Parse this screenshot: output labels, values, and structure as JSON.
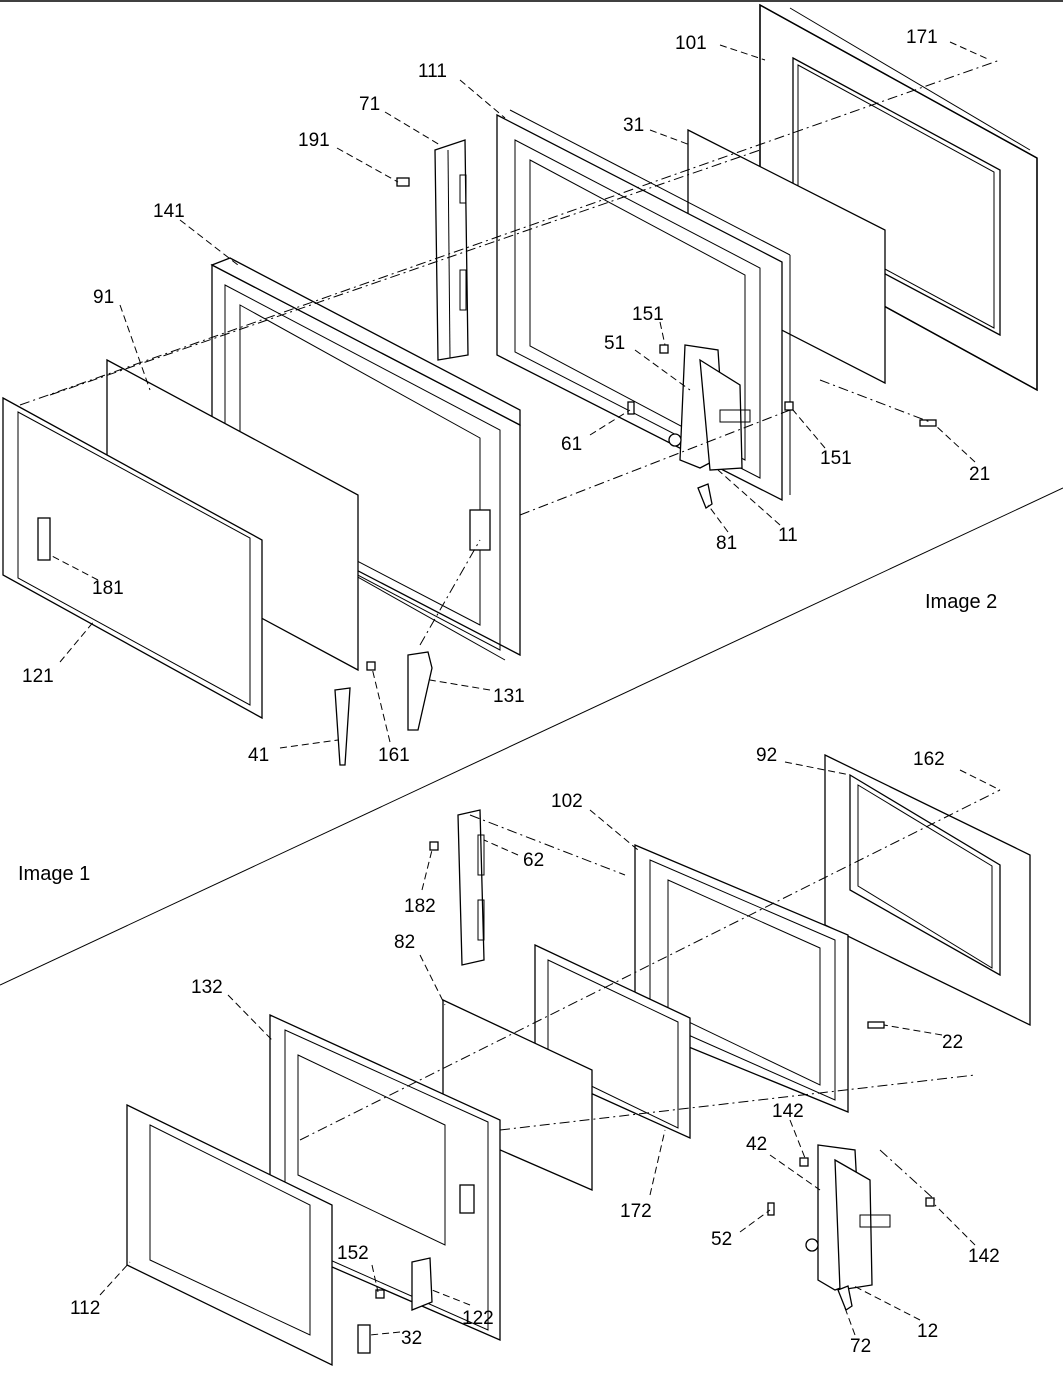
{
  "captions": {
    "image_1": "Image 1",
    "image_2": "Image 2"
  },
  "callouts": {
    "c101": "101",
    "c171": "171",
    "c111": "111",
    "c71": "71",
    "c191": "191",
    "c31": "31",
    "c141": "141",
    "c91": "91",
    "c151a": "151",
    "c51": "51",
    "c61": "61",
    "c151b": "151",
    "c21": "21",
    "c11": "11",
    "c81": "81",
    "c181": "181",
    "c121": "121",
    "c131": "131",
    "c41": "41",
    "c161": "161",
    "c92": "92",
    "c162": "162",
    "c102": "102",
    "c62": "62",
    "c182": "182",
    "c82": "82",
    "c132": "132",
    "c22": "22",
    "c142a": "142",
    "c42": "42",
    "c172": "172",
    "c52": "52",
    "c142b": "142",
    "c152": "152",
    "c12": "12",
    "c112": "112",
    "c122": "122",
    "c32": "32",
    "c72": "72"
  }
}
